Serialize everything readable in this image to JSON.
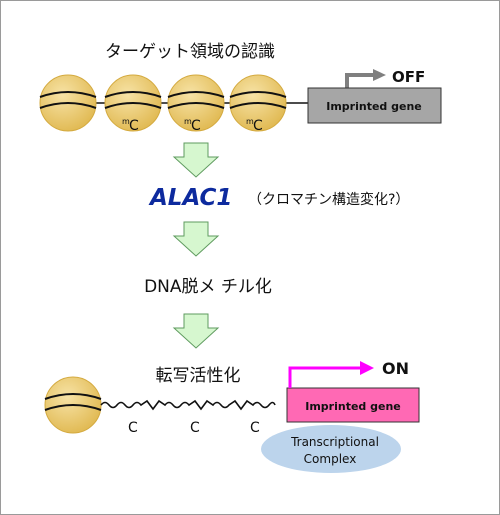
{
  "steps": {
    "target_recognition": "ターゲット領域の認識",
    "alac1_name": "ALAC1",
    "alac1_note": "（クロマチン構造変化?）",
    "dna_demethylation": "DNA脱メ チル化",
    "transcription_activation": "転写活性化"
  },
  "top_panel": {
    "methyl_mark": "C",
    "methyl_prefix": "m",
    "gene_label": "Imprinted gene",
    "state_label": "OFF"
  },
  "bottom_panel": {
    "c_mark": "C",
    "gene_label": "Imprinted gene",
    "state_label": "ON",
    "complex_line1": "Transcriptional",
    "complex_line2": "Complex"
  },
  "colors": {
    "nucleosome": "#e8c56a",
    "gene_off": "#a6a6a6",
    "gene_on": "#ff69b4",
    "arrow_off": "#7f7f7f",
    "arrow_on": "#ff00ff",
    "alac1": "#0d2a9e",
    "step_arrow_fill": "#d6f7cf",
    "step_arrow_stroke": "#5f9b5f",
    "complex": "#bcd4ec"
  }
}
